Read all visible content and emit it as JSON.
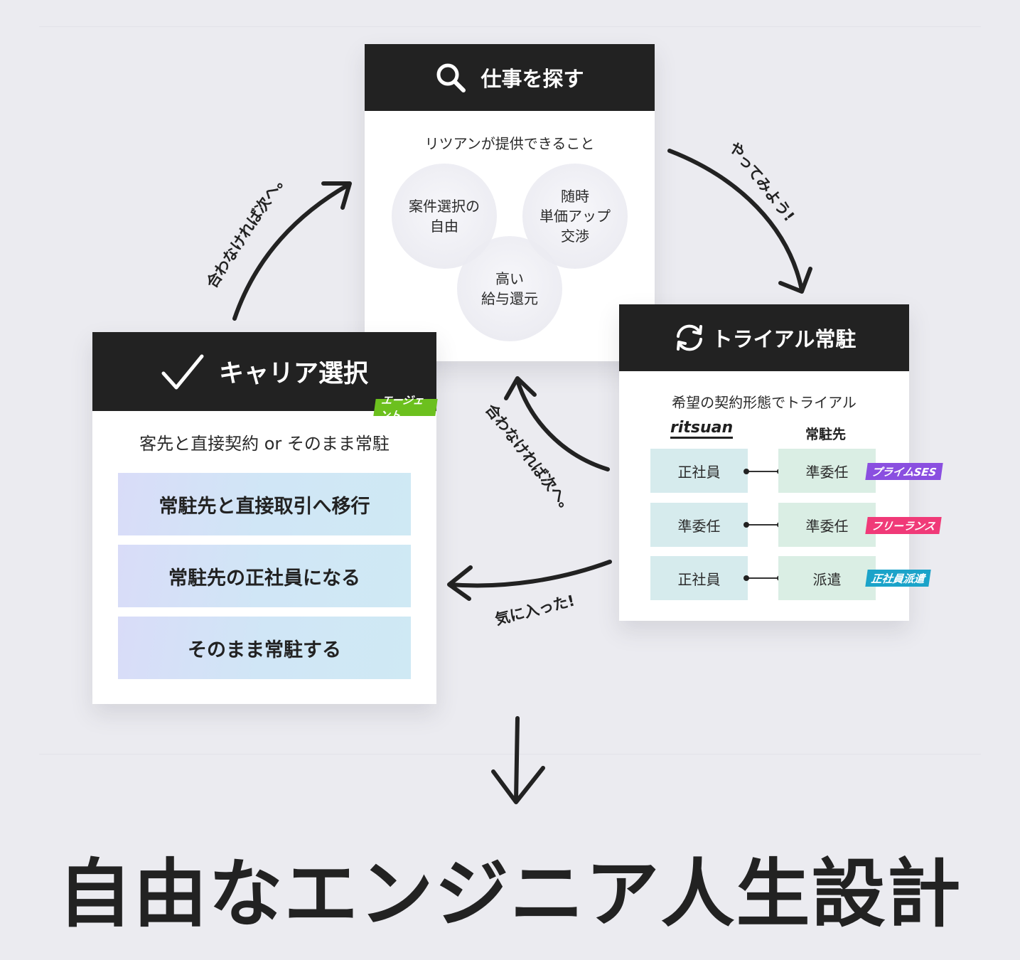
{
  "colors": {
    "header_bg": "#222222",
    "agent_tag": "#6cc01e",
    "prime_tag": "#8a4fe0",
    "freelance_tag": "#f03a78",
    "dispatch_tag": "#1ba3c9"
  },
  "search_card": {
    "icon": "search-icon",
    "title": "仕事を探す",
    "subtitle": "リツアンが提供できること",
    "benefits": [
      "案件選択の\n自由",
      "随時\n単価アップ\n交渉",
      "高い\n給与還元"
    ]
  },
  "trial_card": {
    "icon": "refresh-icon",
    "title": "トライアル常駐",
    "subtitle": "希望の契約形態でトライアル",
    "col_left": "ritsuan",
    "col_right": "常駐先",
    "rows": [
      {
        "left": "正社員",
        "right": "準委任",
        "tag": "プライムSES"
      },
      {
        "left": "準委任",
        "right": "準委任",
        "tag": "フリーランス"
      },
      {
        "left": "正社員",
        "right": "派遣",
        "tag": "正社員派遣"
      }
    ]
  },
  "career_card": {
    "icon": "check-icon",
    "title": "キャリア選択",
    "badge": "エージェント",
    "subtitle": "客先と直接契約 or そのまま常駐",
    "options": [
      "常駐先と直接取引へ移行",
      "常駐先の正社員になる",
      "そのまま常駐する"
    ]
  },
  "arrow_labels": {
    "to_trial": "やってみよう!",
    "retry_left": "合わなければ次へ。",
    "retry_center": "合わなければ次へ。",
    "liked": "気に入った!"
  },
  "headline": "自由なエンジニア人生設計"
}
